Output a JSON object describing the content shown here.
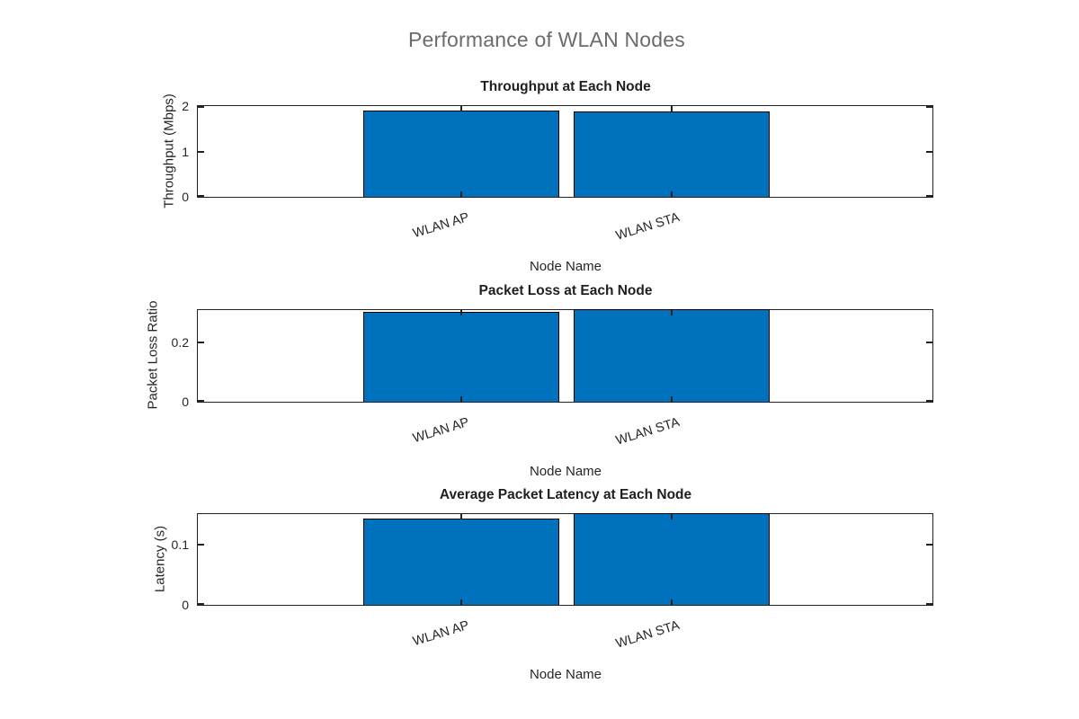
{
  "figure": {
    "title": "Performance of WLAN Nodes",
    "background_color": "#ffffff",
    "bar_color": "#0072BD",
    "bar_edge_color": "#000000",
    "axis_color": "#222222",
    "figure_title_color": "#6b6b6b",
    "text_color": "#262626"
  },
  "chart_data": [
    {
      "type": "bar",
      "title": "Throughput at Each Node",
      "xlabel": "Node Name",
      "ylabel": "Throughput (Mbps)",
      "categories": [
        "WLAN AP",
        "WLAN STA"
      ],
      "values": [
        1.88,
        1.86
      ],
      "ylim": [
        0,
        2
      ],
      "yticks": [
        0,
        1,
        2
      ],
      "grid": "off",
      "legend": "none"
    },
    {
      "type": "bar",
      "title": "Packet Loss at Each Node",
      "xlabel": "Node Name",
      "ylabel": "Packet Loss Ratio",
      "categories": [
        "WLAN AP",
        "WLAN STA"
      ],
      "values": [
        0.3,
        0.31
      ],
      "ylim": [
        0,
        0.31
      ],
      "yticks": [
        0,
        0.2
      ],
      "grid": "off",
      "legend": "none"
    },
    {
      "type": "bar",
      "title": "Average Packet Latency at Each Node",
      "xlabel": "Node Name",
      "ylabel": "Latency (s)",
      "categories": [
        "WLAN AP",
        "WLAN STA"
      ],
      "values": [
        0.14,
        0.15
      ],
      "ylim": [
        0,
        0.15
      ],
      "yticks": [
        0,
        0.1
      ],
      "grid": "off",
      "legend": "none"
    }
  ]
}
